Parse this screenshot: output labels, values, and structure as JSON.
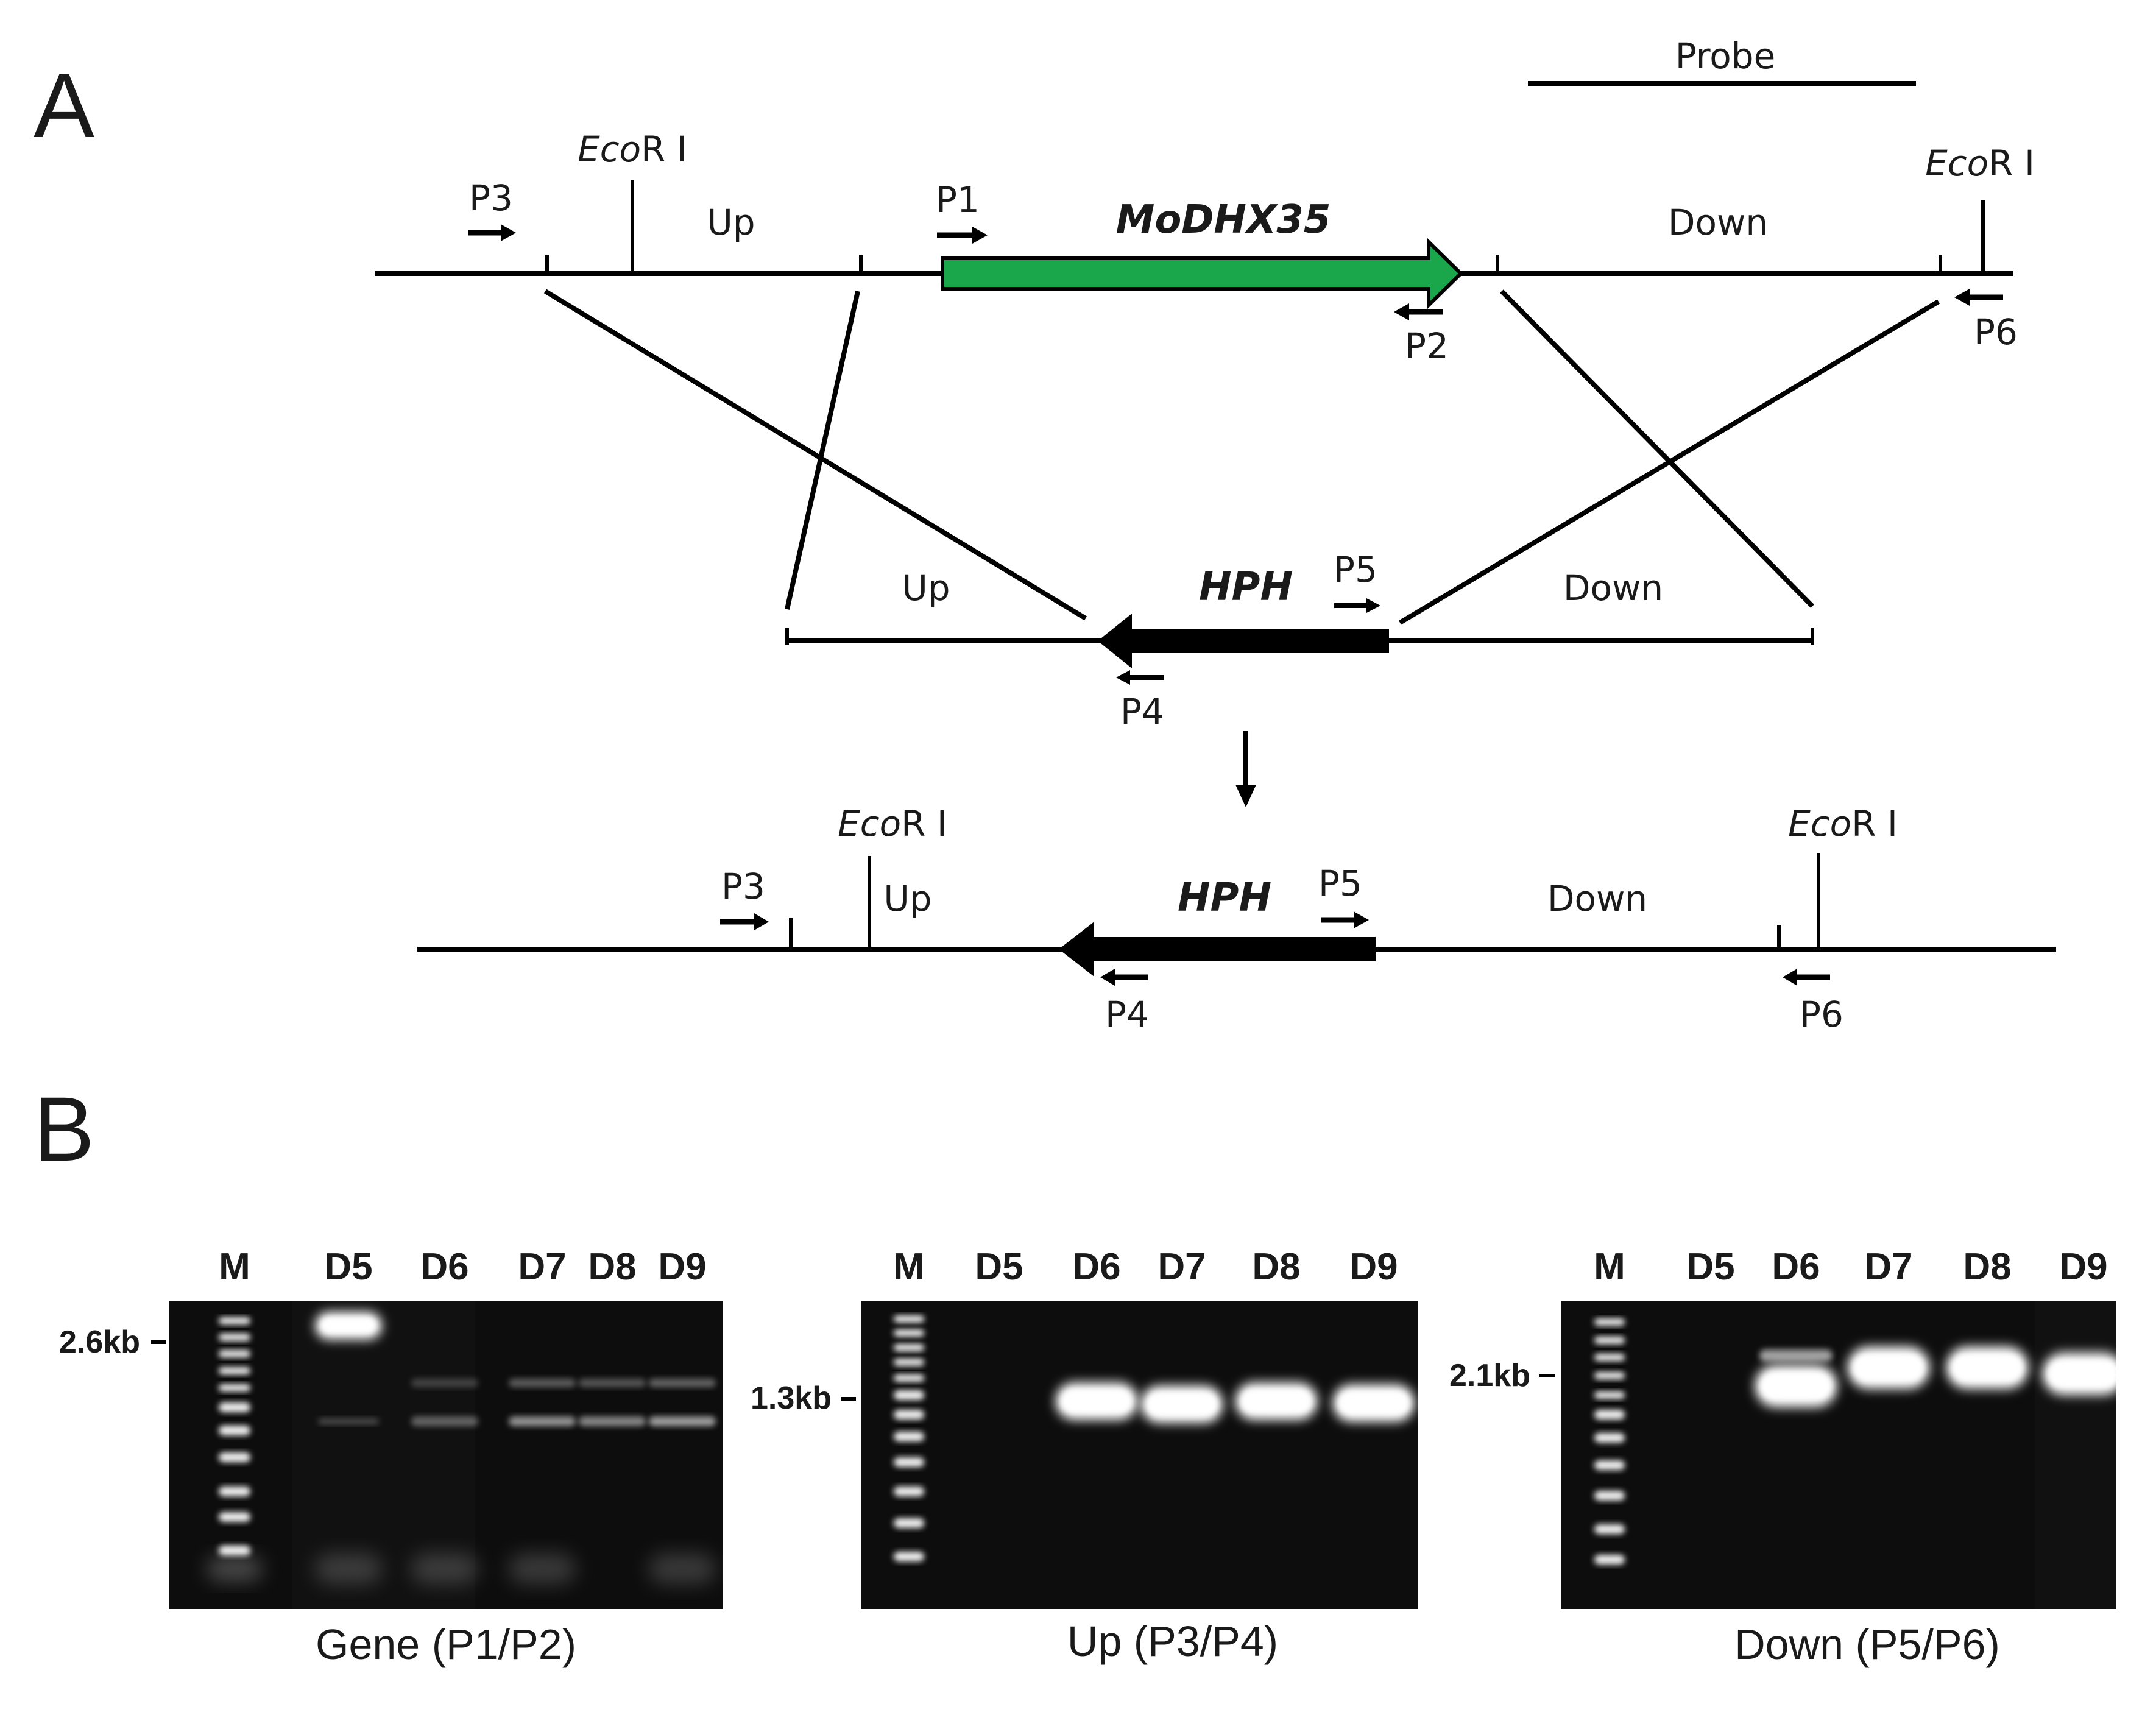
{
  "panels": {
    "a": "A",
    "b": "B"
  },
  "probe": "Probe",
  "wt": {
    "ecori_left": {
      "italic": "Eco",
      "rest": "R I"
    },
    "ecori_right": {
      "italic": "Eco",
      "rest": "R I"
    },
    "up": "Up",
    "down": "Down",
    "gene": "MoDHX35",
    "p1": "P1",
    "p2": "P2",
    "p3": "P3",
    "p6": "P6",
    "gene_color": "#1aa64b"
  },
  "cassette": {
    "up": "Up",
    "down": "Down",
    "marker": "HPH",
    "p4": "P4",
    "p5": "P5"
  },
  "mutant": {
    "ecori_left": {
      "italic": "Eco",
      "rest": "R I"
    },
    "ecori_right": {
      "italic": "Eco",
      "rest": "R I"
    },
    "up": "Up",
    "down": "Down",
    "marker": "HPH",
    "p3": "P3",
    "p4": "P4",
    "p5": "P5",
    "p6": "P6"
  },
  "gels": [
    {
      "lanes": [
        "M",
        "D5",
        "D6",
        "D7",
        "D8",
        "D9"
      ],
      "size_marker": "2.6kb",
      "caption": "Gene (P1/P2)"
    },
    {
      "lanes": [
        "M",
        "D5",
        "D6",
        "D7",
        "D8",
        "D9"
      ],
      "size_marker": "1.3kb",
      "caption": "Up (P3/P4)"
    },
    {
      "lanes": [
        "M",
        "D5",
        "D6",
        "D7",
        "D8",
        "D9"
      ],
      "size_marker": "2.1kb",
      "caption": "Down (P5/P6)"
    }
  ]
}
